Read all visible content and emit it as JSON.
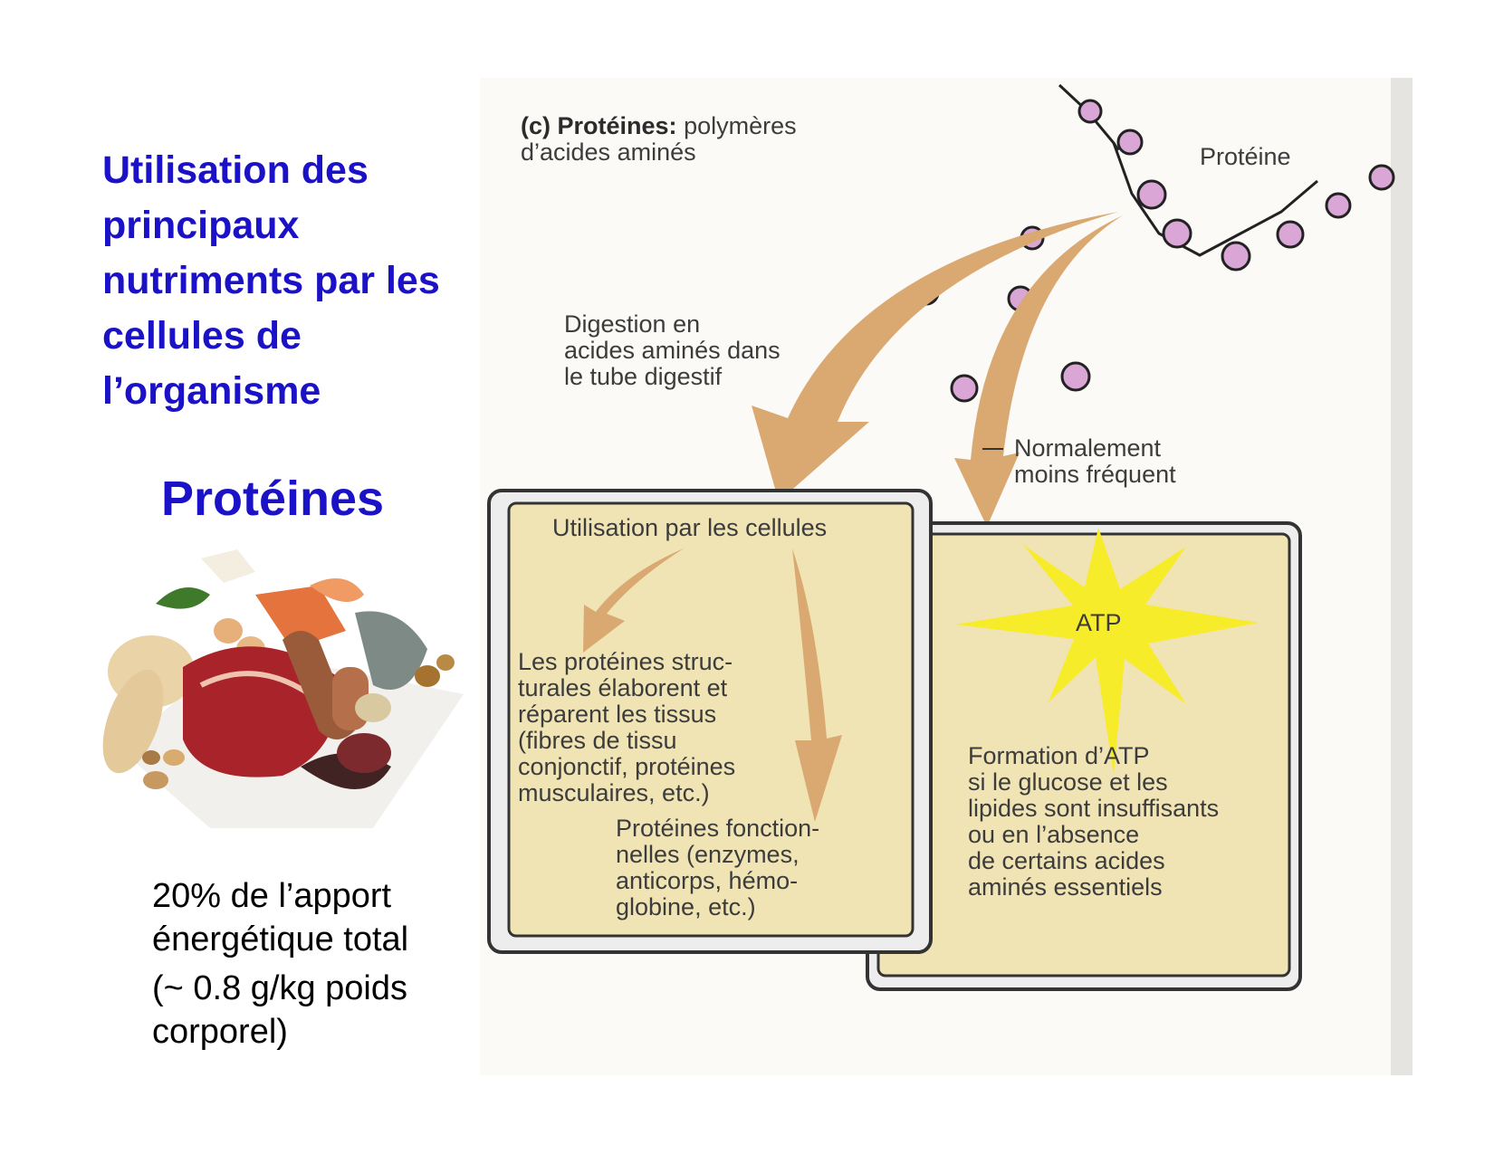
{
  "slide": {
    "title": "Utilisation des principaux nutriments par les cellules de l’organisme",
    "subtitle": "Protéines",
    "note_line1": "20% de l’apport énergétique total",
    "note_line2": "(~ 0.8 g/kg poids corporel)"
  },
  "figure": {
    "heading_bold": "(c) Protéines:",
    "heading_rest": "polymères",
    "heading_line2": "d’acides aminés",
    "protein_label": "Protéine",
    "digestion": [
      "Digestion en",
      "acides aminés dans",
      "le tube digestif"
    ],
    "less_frequent": [
      "Normalement",
      "moins fréquent"
    ],
    "cells_box": {
      "title": "Utilisation par les cellules",
      "structural": [
        "Les protéines struc-",
        "turales élaborent et",
        "réparent les tissus",
        "(fibres de tissu",
        "conjonctif, protéines",
        "musculaires, etc.)"
      ],
      "functional": [
        "Protéines fonction-",
        "nelles (enzymes,",
        "anticorps, hémo-",
        "globine, etc.)"
      ]
    },
    "atp_box": {
      "atp_label": "ATP",
      "text": [
        "Formation d’ATP",
        "si le glucose et les",
        "lipides sont insuffisants",
        "ou en l’absence",
        "de certains acides",
        "aminés essentiels"
      ]
    },
    "colors": {
      "amino_acid": "#d9a6d6",
      "arrow": "#d9a971",
      "box_fill": "#f0e3b4",
      "atp_star": "#f7ec2a",
      "title_blue": "#1b12c8"
    }
  }
}
